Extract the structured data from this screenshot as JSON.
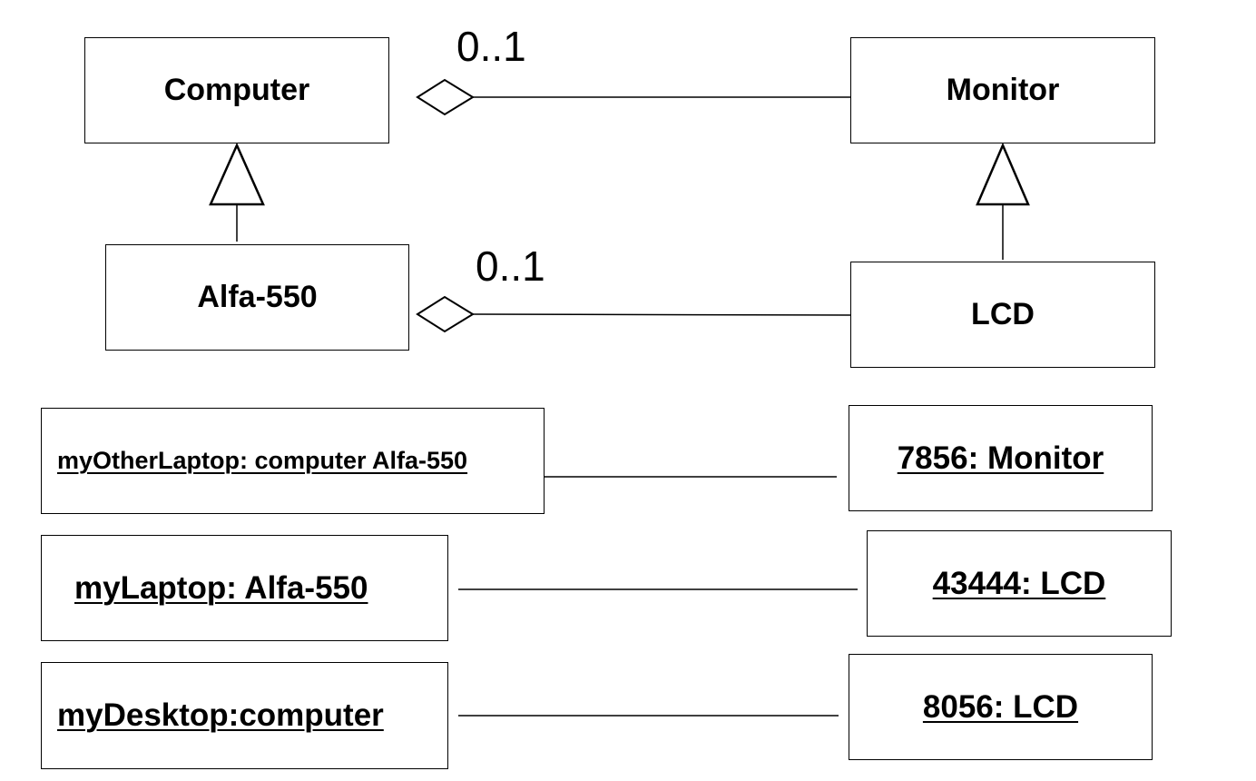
{
  "diagram": {
    "classes": {
      "computer": "Computer",
      "monitor": "Monitor",
      "alfa550": "Alfa-550",
      "lcd": "LCD"
    },
    "multiplicities": {
      "computer_monitor": "0..1",
      "alfa550_lcd": "0..1"
    },
    "objects": {
      "my_other_laptop": "myOtherLaptop: computer Alfa-550",
      "monitor_7856": "7856: Monitor",
      "my_laptop": "myLaptop: Alfa-550",
      "lcd_43444": "43444: LCD",
      "my_desktop": "myDesktop:computer",
      "lcd_8056": "8056: LCD"
    }
  }
}
